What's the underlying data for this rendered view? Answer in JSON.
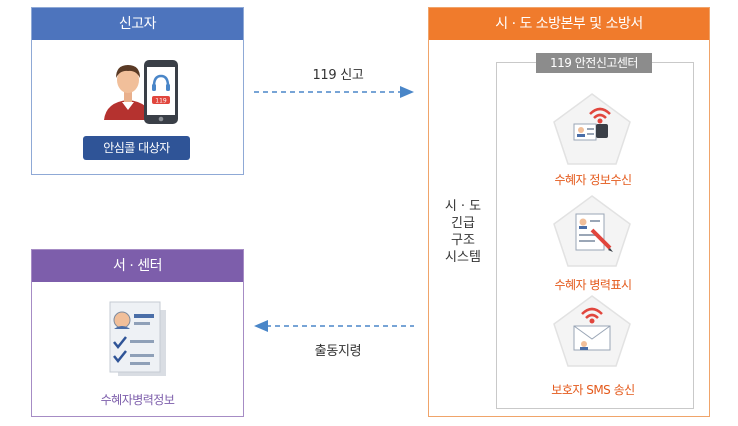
{
  "reporter": {
    "title": "신고자",
    "badge": "안심콜 대상자",
    "phone_screen_text": "119"
  },
  "station": {
    "title": "서 · 센터",
    "caption": "수혜자병력정보"
  },
  "fire_hq": {
    "title": "시 · 도 소방본부 및 소방서",
    "center_title": "119 안전신고센터",
    "system_lines": [
      "시 · 도",
      "긴급",
      "구조",
      "시스템"
    ],
    "steps": [
      {
        "label": "수혜자 정보수신",
        "icon": "info-receive-icon"
      },
      {
        "label": "수혜자 병력표시",
        "icon": "medical-history-display-icon"
      },
      {
        "label": "보호자 SMS 송신",
        "icon": "sms-send-icon"
      }
    ]
  },
  "flows": {
    "report_label": "119 신고",
    "dispatch_label": "출동지령"
  },
  "colors": {
    "reporter_header": "#4d74bd",
    "station_header": "#7d5eab",
    "fire_header": "#f07b2c",
    "arrow": "#4a86c8",
    "step_text": "#e45a1c"
  }
}
